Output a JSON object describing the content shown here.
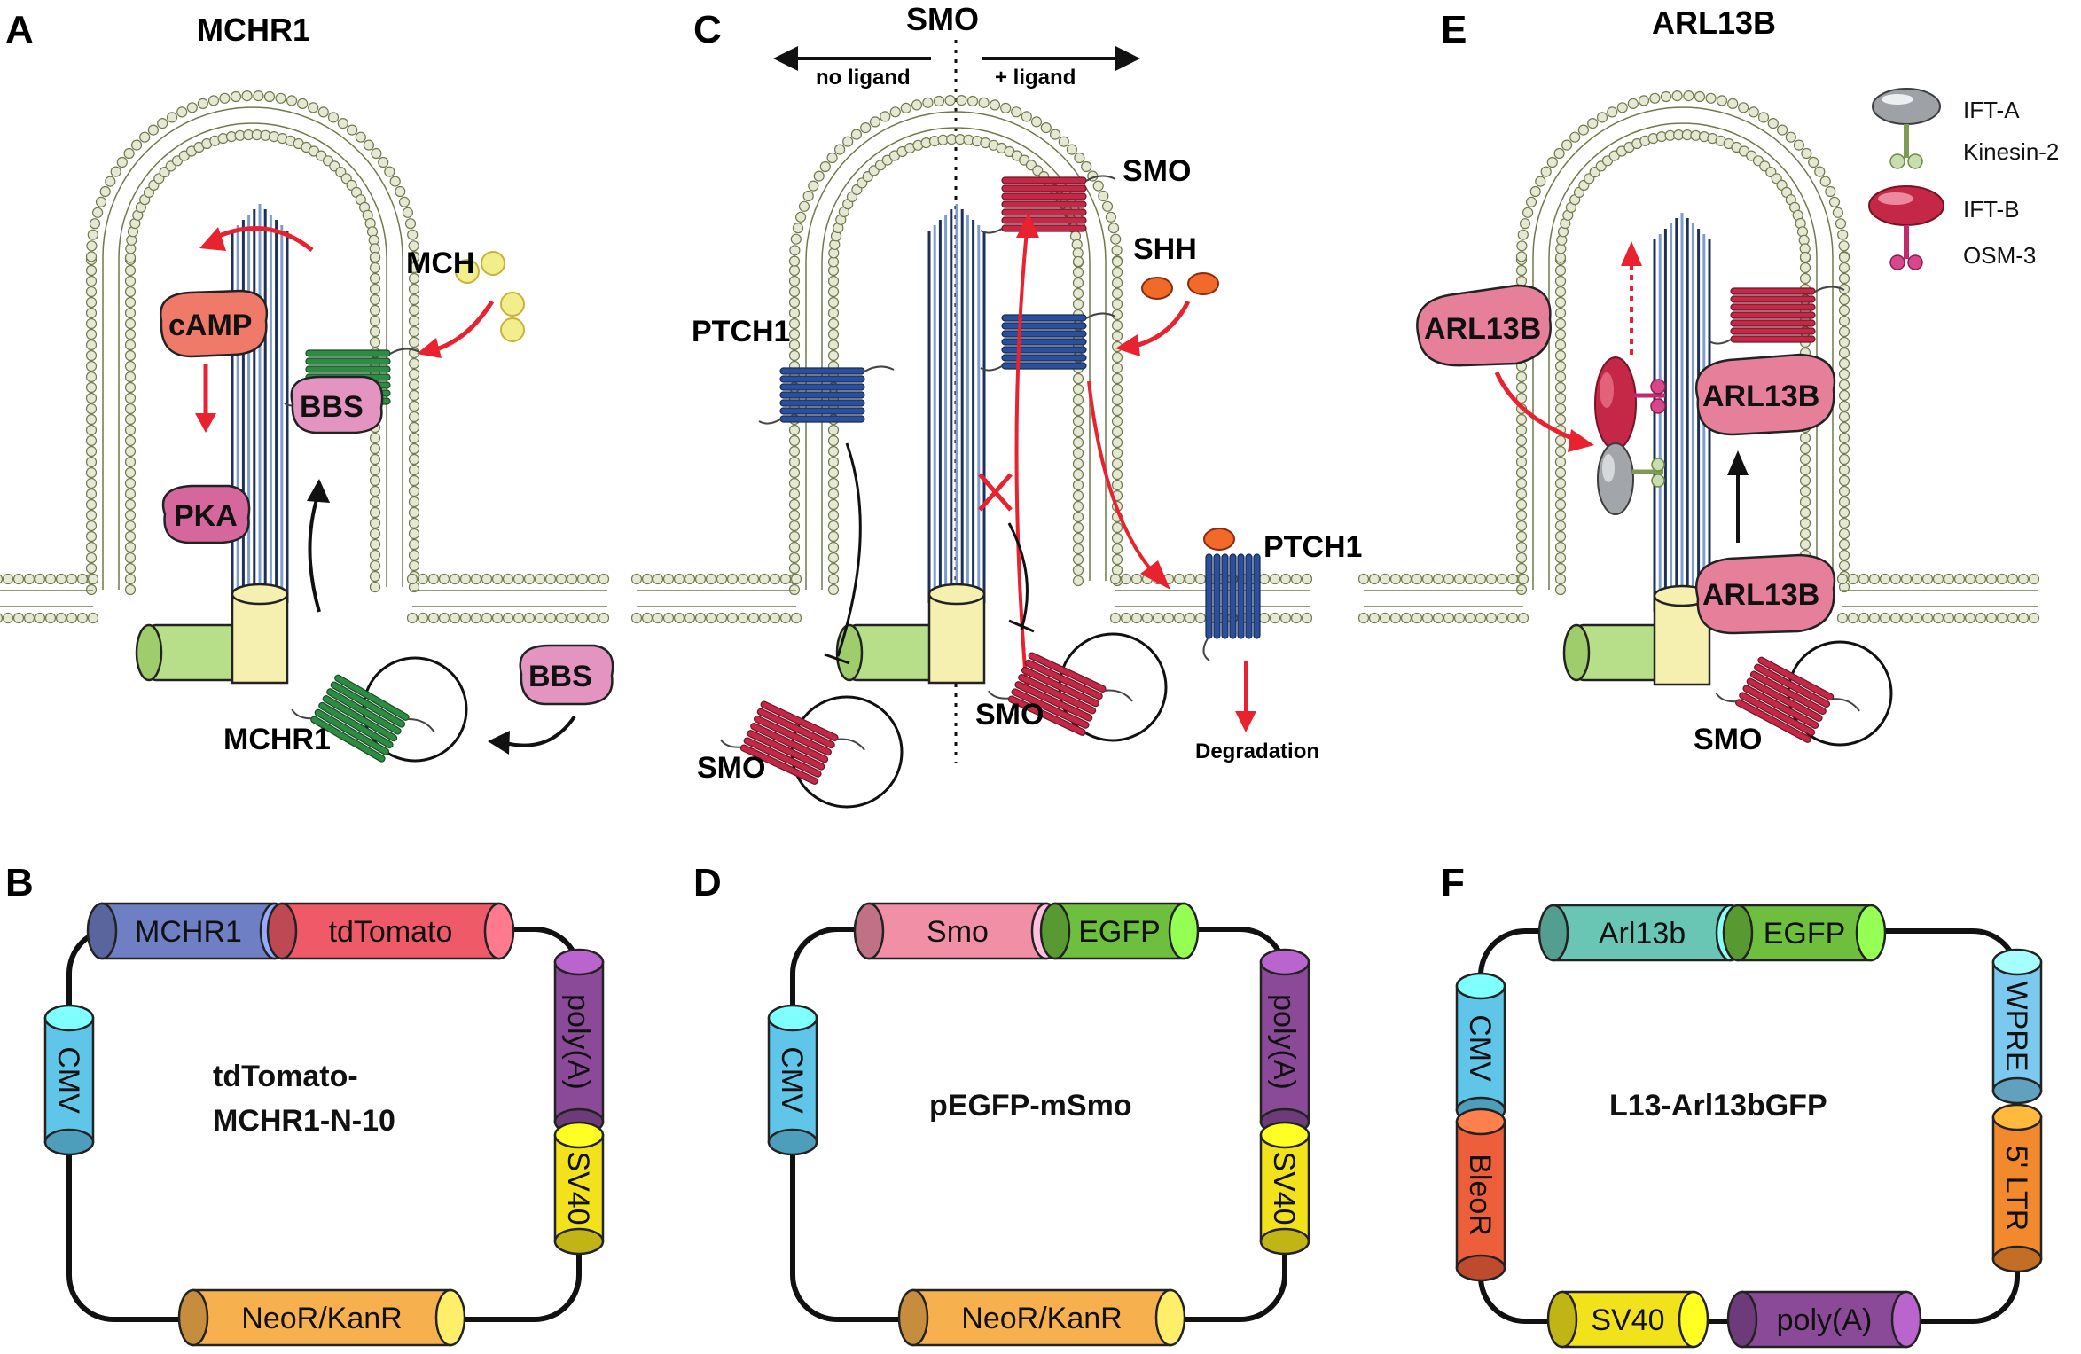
{
  "panels": {
    "A": {
      "letter": "A",
      "title": "MCHR1",
      "labels": {
        "mch": "MCH",
        "camp": "cAMP",
        "pka": "PKA",
        "bbs1": "BBS",
        "bbs2": "BBS",
        "mchr1": "MCHR1"
      }
    },
    "B": {
      "letter": "B",
      "name_line1": "tdTomato-",
      "name_line2": "MCHR1-N-10",
      "elements": {
        "mchr1": "MCHR1",
        "tdtomato": "tdTomato",
        "polya": "poly(A)",
        "sv40": "SV40",
        "cmv": "CMV",
        "neo": "NeoR/KanR"
      }
    },
    "C": {
      "letter": "C",
      "title": "SMO",
      "arrows": {
        "left": "no ligand",
        "right": "+ ligand"
      },
      "labels": {
        "smo_top": "SMO",
        "shh": "SHH",
        "ptch1_left": "PTCH1",
        "ptch1_right": "PTCH1",
        "smo_mid": "SMO",
        "smo_bottom": "SMO",
        "degradation": "Degradation"
      }
    },
    "D": {
      "letter": "D",
      "name": "pEGFP-mSmo",
      "elements": {
        "smo": "Smo",
        "egfp": "EGFP",
        "polya": "poly(A)",
        "sv40": "SV40",
        "cmv": "CMV",
        "neo": "NeoR/KanR"
      }
    },
    "E": {
      "letter": "E",
      "title": "ARL13B",
      "labels": {
        "arl_left": "ARL13B",
        "arl_mid": "ARL13B",
        "arl_low": "ARL13B",
        "smo": "SMO"
      },
      "legend": {
        "ifta": "IFT-A",
        "kinesin": "Kinesin-2",
        "iftb": "IFT-B",
        "osm3": "OSM-3"
      }
    },
    "F": {
      "letter": "F",
      "name": "L13-Arl13bGFP",
      "elements": {
        "arl13b": "Arl13b",
        "egfp": "EGFP",
        "wpre": "WPRE",
        "ltr": "5' LTR",
        "cmv": "CMV",
        "bleor": "BleoR",
        "sv40": "SV40",
        "polya": "poly(A)"
      }
    }
  },
  "colors": {
    "membrane_line": "#6f7a4a",
    "membrane_head": "#e6e8d6",
    "axoneme_dark": "#1e2f5c",
    "axoneme_light": "#7d9ccf",
    "receptor_green": "#2e8b43",
    "receptor_blue": "#2b4f9a",
    "receptor_red": "#c42846",
    "arrow_red": "#e8222e",
    "basal_green": "#b7df8a",
    "basal_yellow": "#f5efb0",
    "blob_pink": "#e67f9a",
    "blob_magenta": "#d6679c",
    "camp": "#f07a6a",
    "cyl_blue": "#6f7fc4",
    "cyl_red": "#ee5a68",
    "cyl_purple": "#8a4a98",
    "cyl_yellow": "#f1e21b",
    "cyl_cyan": "#5fc6ea",
    "cyl_orange": "#f7b04e",
    "cyl_pink": "#f08fa5",
    "cyl_green": "#6fbf3e",
    "cyl_teal": "#69c6b4",
    "cyl_tangerine": "#f28a2d",
    "cyl_redorange": "#ed5e3a",
    "cyl_sky": "#7bc9ee"
  }
}
